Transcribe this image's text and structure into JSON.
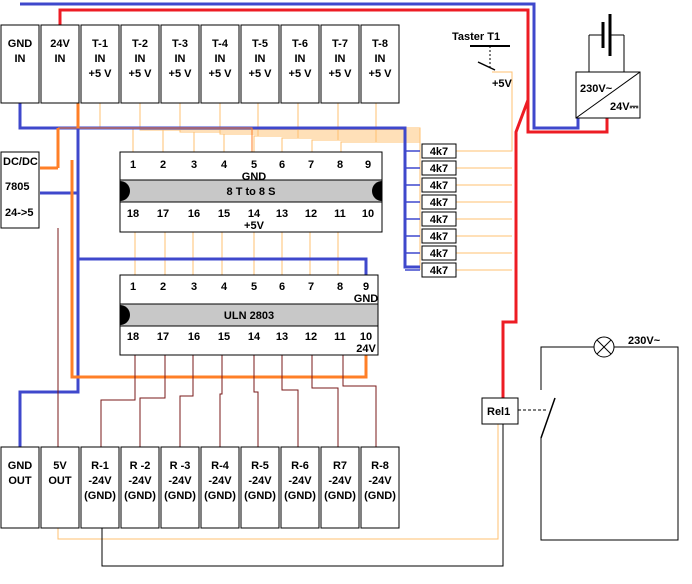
{
  "top_terminals": [
    {
      "lines": [
        "GND",
        "IN"
      ]
    },
    {
      "lines": [
        "24V",
        "IN"
      ]
    },
    {
      "lines": [
        "T-1",
        "IN",
        "+5 V"
      ]
    },
    {
      "lines": [
        "T-2",
        "IN",
        "+5 V"
      ]
    },
    {
      "lines": [
        "T-3",
        "IN",
        "+5 V"
      ]
    },
    {
      "lines": [
        "T-4",
        "IN",
        "+5 V"
      ]
    },
    {
      "lines": [
        "T-5",
        "IN",
        "+5 V"
      ]
    },
    {
      "lines": [
        "T-6",
        "IN",
        "+5 V"
      ]
    },
    {
      "lines": [
        "T-7",
        "IN",
        "+5 V"
      ]
    },
    {
      "lines": [
        "T-8",
        "IN",
        "+5 V"
      ]
    }
  ],
  "bottom_terminals": [
    {
      "lines": [
        "GND",
        "OUT"
      ]
    },
    {
      "lines": [
        "5V",
        "OUT"
      ]
    },
    {
      "lines": [
        "R-1",
        "-24V",
        "(GND)"
      ]
    },
    {
      "lines": [
        "R -2",
        "-24V",
        "(GND)"
      ]
    },
    {
      "lines": [
        "R -3",
        "-24V",
        "(GND)"
      ]
    },
    {
      "lines": [
        "R-4",
        "-24V",
        "(GND)"
      ]
    },
    {
      "lines": [
        "R-5",
        "-24V",
        "(GND)"
      ]
    },
    {
      "lines": [
        "R-6",
        "-24V",
        "(GND)"
      ]
    },
    {
      "lines": [
        "R7",
        "-24V",
        "(GND)"
      ]
    },
    {
      "lines": [
        "R-8",
        "-24V",
        "(GND)"
      ]
    }
  ],
  "ic1": {
    "name": "8 T to 8 S",
    "top_pins": [
      "1",
      "2",
      "3",
      "4",
      "5",
      "6",
      "7",
      "8",
      "9"
    ],
    "top_sub": [
      "",
      "",
      "",
      "",
      "GND",
      "",
      "",
      "",
      ""
    ],
    "bottom_pins": [
      "18",
      "17",
      "16",
      "15",
      "14",
      "13",
      "12",
      "11",
      "10"
    ],
    "bottom_sub": [
      "",
      "",
      "",
      "",
      "+5V",
      "",
      "",
      "",
      ""
    ]
  },
  "ic2": {
    "name": "ULN 2803",
    "top_pins": [
      "1",
      "2",
      "3",
      "4",
      "5",
      "6",
      "7",
      "8",
      "9"
    ],
    "top_sub": [
      "",
      "",
      "",
      "",
      "",
      "",
      "",
      "",
      "GND"
    ],
    "bottom_pins": [
      "18",
      "17",
      "16",
      "15",
      "14",
      "13",
      "12",
      "11",
      "10"
    ],
    "bottom_sub": [
      "",
      "",
      "",
      "",
      "",
      "",
      "",
      "",
      "24V"
    ]
  },
  "dcdc": {
    "lines": [
      "DC/DC",
      "7805",
      "24->5"
    ]
  },
  "resistors": [
    "4k7",
    "4k7",
    "4k7",
    "4k7",
    "4k7",
    "4k7",
    "4k7",
    "4k7"
  ],
  "taster": {
    "label": "Taster T1",
    "supply": "+5V"
  },
  "power_supply": {
    "in": "230V~",
    "out": "24V⎓"
  },
  "relay": {
    "label": "Rel1"
  },
  "lamp": {
    "label": "230V~"
  },
  "wire_colors": {
    "gnd": "#3f48cc",
    "v24": "#ed1c24",
    "v5": "#ff7f27",
    "signal": "#ffc070",
    "output": "#7a1a1a",
    "thin": "#000000"
  }
}
